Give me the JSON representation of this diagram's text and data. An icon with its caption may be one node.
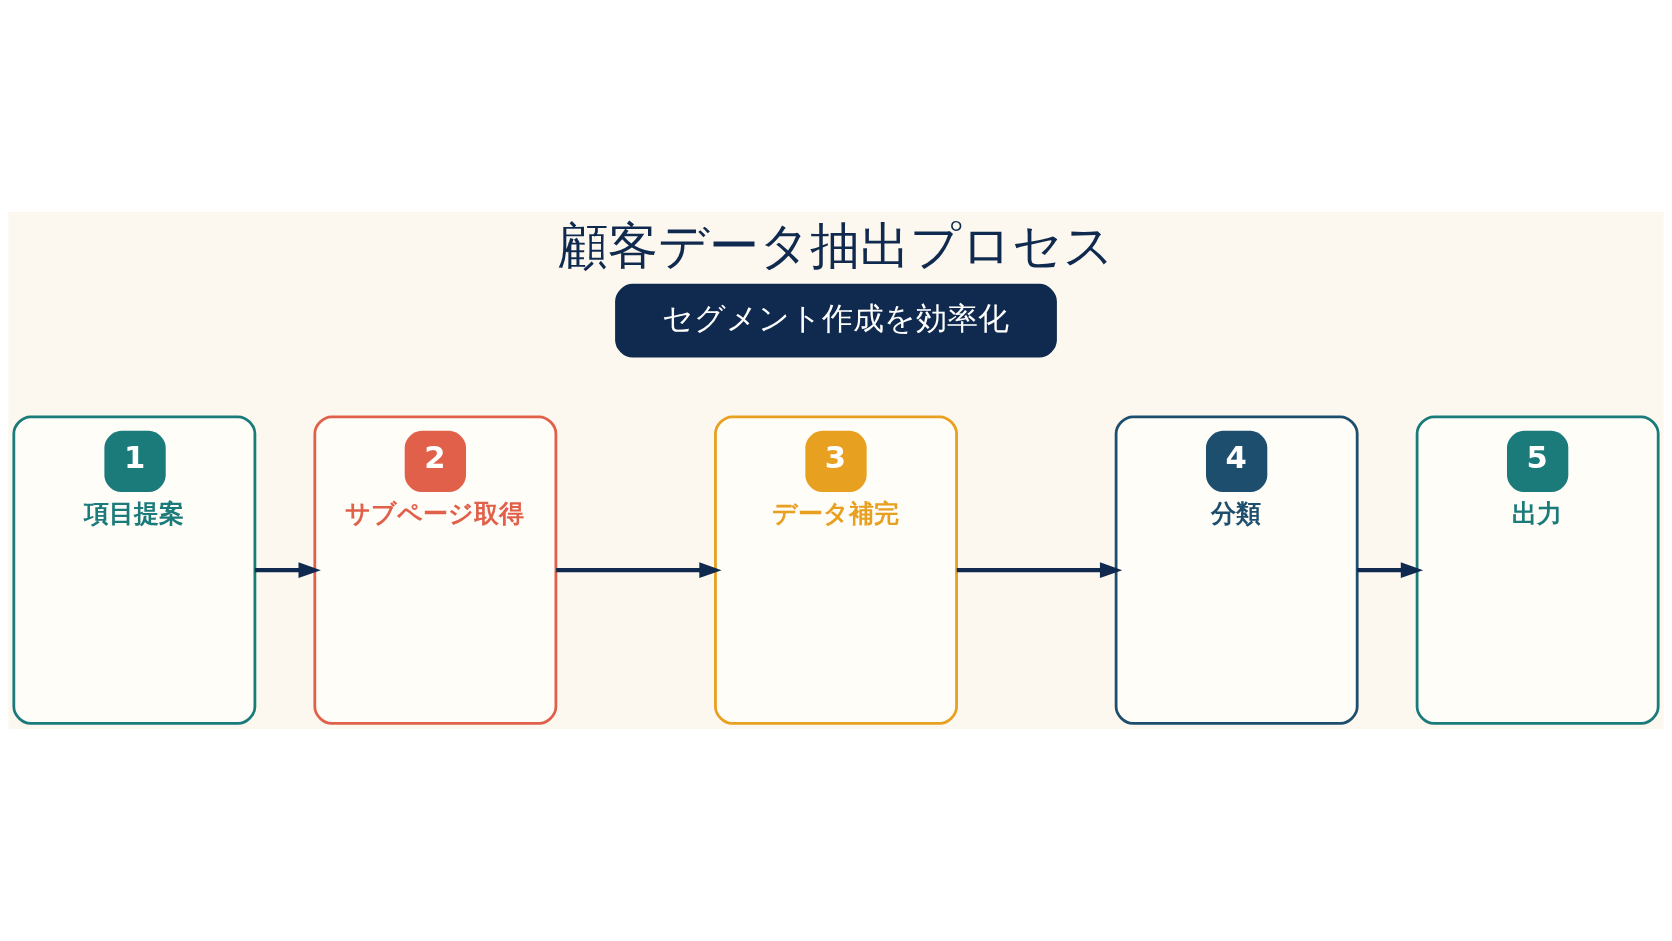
{
  "diagram": {
    "title": "顧客データ抽出プロセス",
    "nodes": [
      {
        "text": [
          "1",
          "項目提案"
        ]
      },
      {
        "text": [
          "2",
          "サブページ取得"
        ]
      },
      {
        "text": [
          "3",
          "データ補完"
        ]
      },
      {
        "text": [
          "4",
          "分類"
        ]
      },
      {
        "text": [
          "5",
          "出力"
        ]
      },
      {
        "text": [
          "セグメント作成を効率化"
        ]
      }
    ],
    "edges": [
      {
        "from": 0,
        "to": 1,
        "arrow": "to"
      },
      {
        "from": 1,
        "to": 2,
        "arrow": "to"
      },
      {
        "from": 2,
        "to": 3,
        "arrow": "to"
      },
      {
        "from": 3,
        "to": 4,
        "arrow": "to"
      }
    ]
  }
}
